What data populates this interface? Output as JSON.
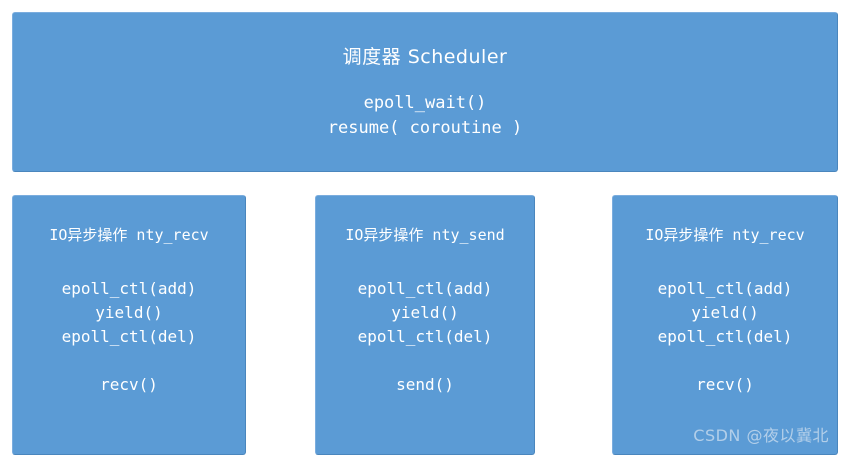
{
  "diagram": {
    "scheduler": {
      "title": "调度器 Scheduler",
      "body": "epoll_wait()\nresume( coroutine )"
    },
    "operations": [
      {
        "title": "IO异步操作 nty_recv",
        "body": "epoll_ctl(add)\nyield()\nepoll_ctl(del)",
        "footer": "recv()"
      },
      {
        "title": "IO异步操作 nty_send",
        "body": "epoll_ctl(add)\nyield()\nepoll_ctl(del)",
        "footer": "send()"
      },
      {
        "title": "IO异步操作 nty_recv",
        "body": "epoll_ctl(add)\nyield()\nepoll_ctl(del)",
        "footer": "recv()"
      }
    ],
    "watermark": "CSDN @夜以冀北",
    "colors": {
      "box_fill": "#5b9bd5",
      "box_border_light": "#7badde",
      "box_border_dark": "#4a86bd",
      "text": "#ffffff",
      "background": "#ffffff",
      "watermark_text": "#cfe0f0"
    }
  }
}
